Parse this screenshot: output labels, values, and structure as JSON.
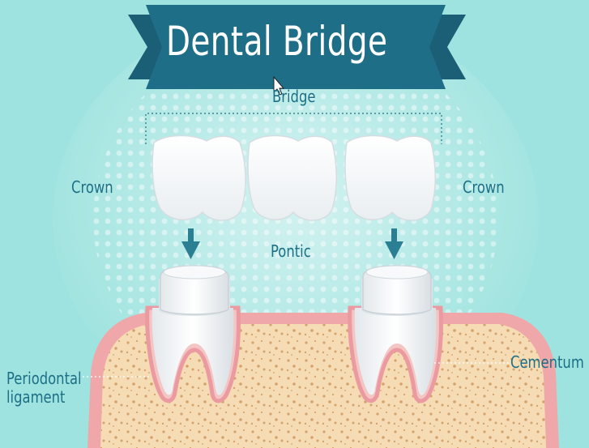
{
  "title": "Dental Bridge",
  "labels": {
    "bridge": "Bridge",
    "crown_left": "Crown",
    "crown_right": "Crown",
    "pontic": "Pontic",
    "periodontal_ligament": "Periodontal\nligament",
    "cementum": "Cementum"
  },
  "colors": {
    "background": "#9ee3df",
    "banner": "#1f6e87",
    "label_text": "#1d6f86",
    "gum": "#f0a7a9",
    "bone": "#f6dcb4",
    "tooth": "#ffffff"
  },
  "icons": [
    "cursor-arrow-icon",
    "down-arrow-icon",
    "down-arrow-icon"
  ]
}
